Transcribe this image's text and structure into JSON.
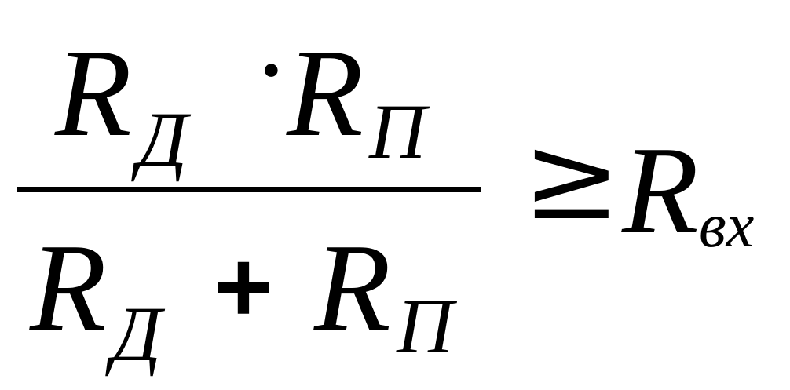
{
  "formula": {
    "numerator": {
      "term1": {
        "base": "R",
        "subscript": "Д"
      },
      "operator": "·",
      "term2": {
        "base": "R",
        "subscript": "П"
      }
    },
    "denominator": {
      "term1": {
        "base": "R",
        "subscript": "Д"
      },
      "operator": "+",
      "term2": {
        "base": "R",
        "subscript": "П"
      }
    },
    "relation": "≥",
    "rhs": {
      "base": "R",
      "subscript": "вх"
    }
  }
}
